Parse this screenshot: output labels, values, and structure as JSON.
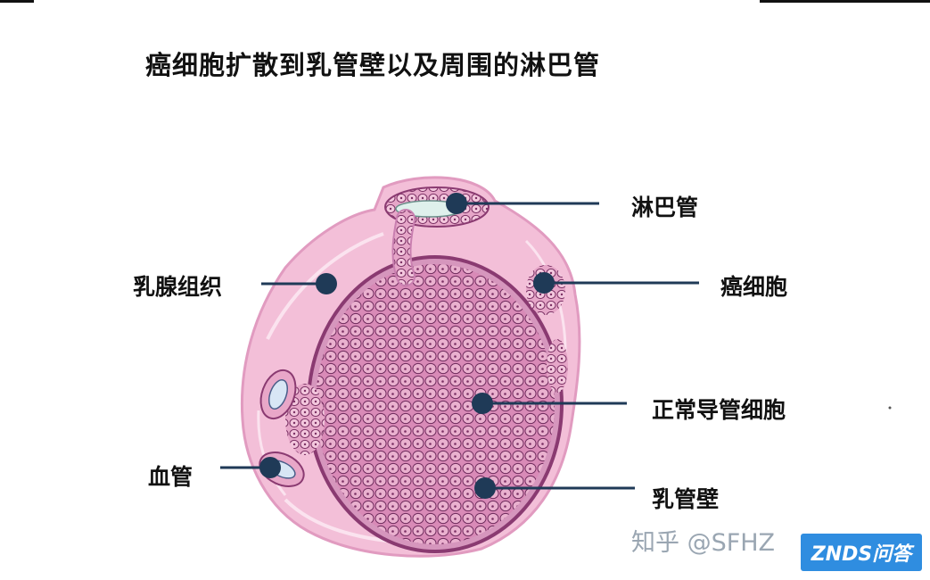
{
  "title": "癌细胞扩散到乳管壁以及周围的淋巴管",
  "labels": {
    "lymph_vessel": "淋巴管",
    "breast_tissue": "乳腺组织",
    "cancer_cell": "癌细胞",
    "normal_duct_cell": "正常导管细胞",
    "blood_vessel": "血管",
    "duct_wall": "乳管壁"
  },
  "watermark": "知乎 @SFHZ",
  "logo": "ZNDS问答",
  "colors": {
    "tissue": "#f2b6d2",
    "cell_fill": "#e9a9c8",
    "cell_outline": "#7a2f63",
    "marker": "#1f3a57",
    "logo_bg": "#2f8de0"
  }
}
